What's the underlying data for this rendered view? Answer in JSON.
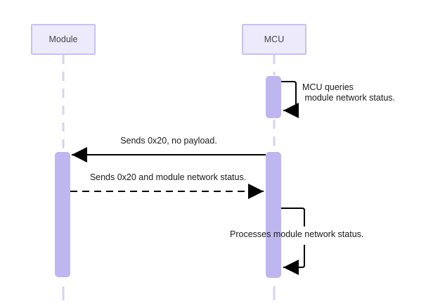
{
  "diagram": {
    "type": "sequence-diagram",
    "participants": [
      {
        "id": "module",
        "label": "Module"
      },
      {
        "id": "mcu",
        "label": "MCU"
      }
    ],
    "messages": [
      {
        "kind": "self",
        "on": "MCU",
        "label_line1": "MCU queries",
        "label_line2": " module network status."
      },
      {
        "kind": "solid-arrow",
        "from": "MCU",
        "to": "Module",
        "label": "Sends 0x20, no payload."
      },
      {
        "kind": "dashed-arrow",
        "from": "Module",
        "to": "MCU",
        "label": "Sends 0x20 and module network status."
      },
      {
        "kind": "self",
        "on": "MCU",
        "label": "Processes module network status."
      }
    ],
    "colors": {
      "participant_fill": "#eceafb",
      "participant_border": "#c9c2ea",
      "activation_fill": "#beb7ef",
      "lifeline": "#d7d3f1",
      "message_line": "#000000",
      "message_text": "#1a1a1a",
      "participant_text": "#474747",
      "background": "#ffffff"
    }
  }
}
